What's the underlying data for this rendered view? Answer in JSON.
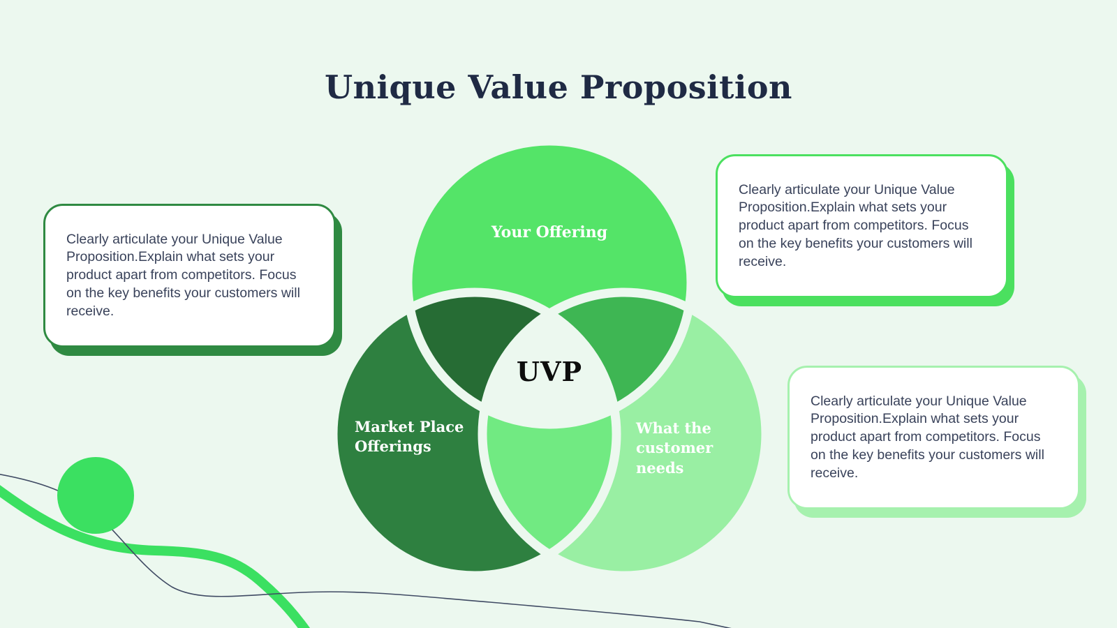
{
  "title": "Unique Value Proposition",
  "venn": {
    "center_label": "UVP",
    "circles": [
      {
        "id": "your-offering",
        "label": "Your Offering",
        "color": "#54e468"
      },
      {
        "id": "market-place-offerings",
        "label": "Market Place Offerings",
        "color": "#2e8040"
      },
      {
        "id": "what-the-customer-needs",
        "label": "What the customer needs",
        "color": "#99efa3"
      }
    ],
    "overlaps": {
      "offering_marketplace": "#266c34",
      "offering_customer": "#3eb653",
      "marketplace_customer": "#71ea82",
      "center_fill": "#ecf8ef"
    },
    "outline_color": "#ecf8ef"
  },
  "notes": [
    {
      "position": "left",
      "accent_color": "#2f8a42",
      "text": "Clearly articulate your Unique Value Proposition.Explain what sets your product apart from competitors. Focus on the key benefits your customers will receive."
    },
    {
      "position": "top-right",
      "accent_color": "#4be05f",
      "text": "Clearly articulate your Unique Value Proposition.Explain what sets your product apart from competitors. Focus on the key benefits your customers will receive."
    },
    {
      "position": "bottom-right",
      "accent_color": "#a6f1ae",
      "text": "Clearly articulate your Unique Value Proposition.Explain what sets your product apart from competitors. Focus on the key benefits your customers will receive."
    }
  ],
  "decor": {
    "circle_color": "#3be061",
    "wave_color": "#3be061",
    "line_color": "#3f4a63"
  },
  "colors": {
    "background": "#ecf8ef",
    "title_text": "#1f2a44",
    "body_text": "#39425a",
    "uvp_text": "#0d0d0d"
  }
}
